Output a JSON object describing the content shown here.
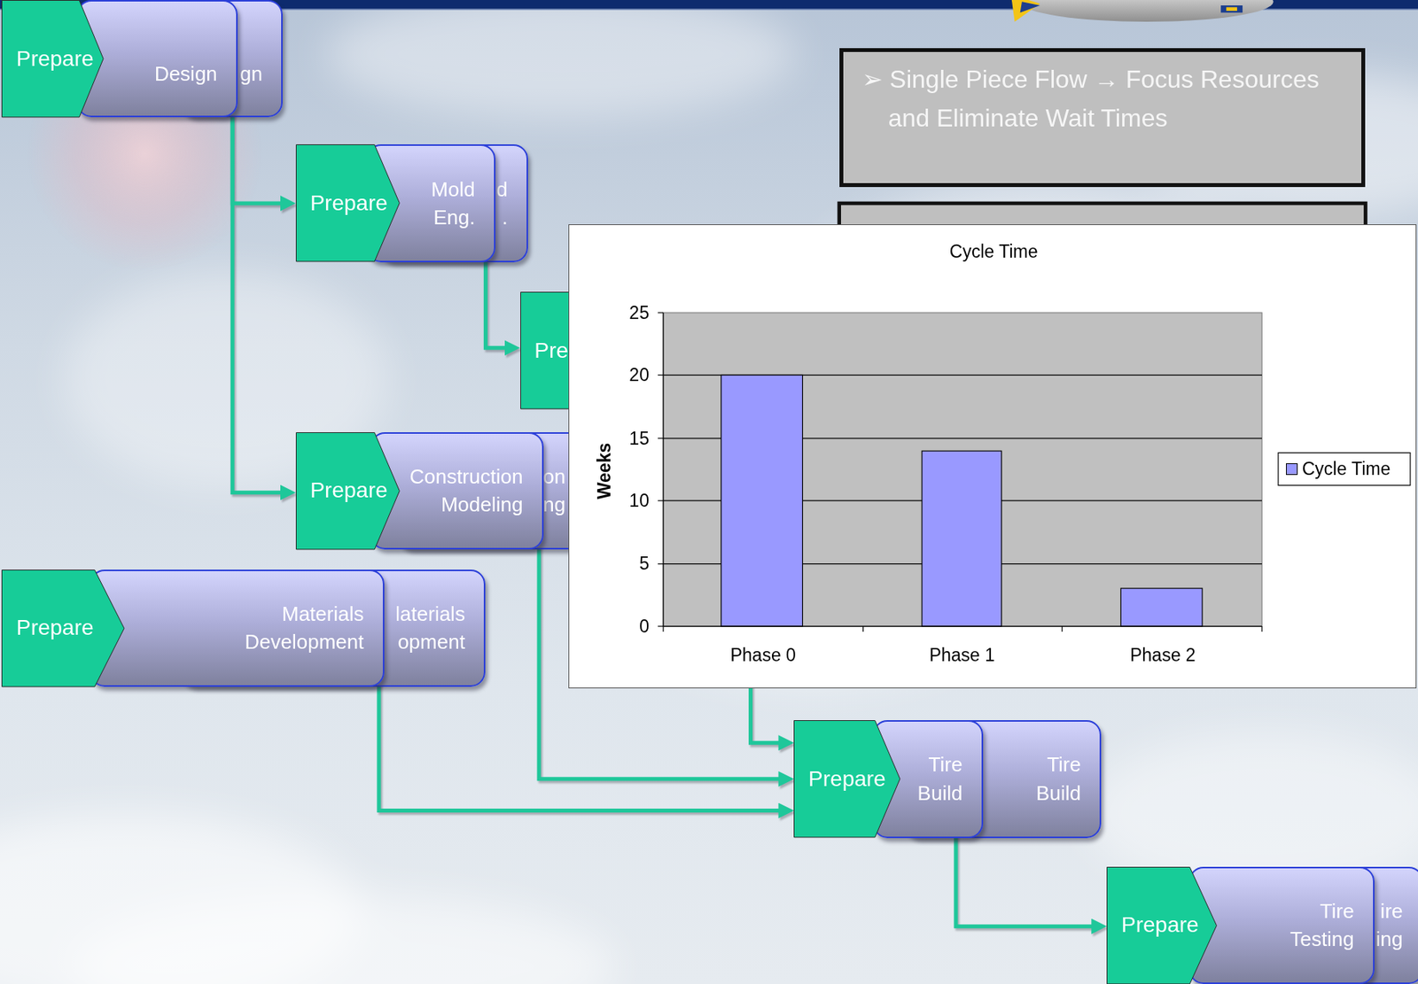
{
  "diagram": {
    "nodes": [
      {
        "text": [
          "Prepare"
        ]
      },
      {
        "text": [
          "Design"
        ]
      },
      {
        "text": [
          "gn"
        ]
      },
      {
        "text": [
          "➢ Single Piece Flow → Focus Resources and Eliminate Wait Times"
        ]
      },
      {
        "text": [
          "Prepare"
        ]
      },
      {
        "text": [
          "Mold Eng."
        ]
      },
      {
        "text": [
          "d ."
        ]
      },
      {
        "text": [
          "Pre"
        ]
      },
      {
        "text": [
          "Prepare"
        ]
      },
      {
        "text": [
          "Construction Modeling"
        ]
      },
      {
        "text": [
          "on ng"
        ]
      },
      {
        "text": [
          "Prepare"
        ]
      },
      {
        "text": [
          "Materials Development"
        ]
      },
      {
        "text": [
          "laterials opment"
        ]
      },
      {
        "text": [
          "Prepare"
        ]
      },
      {
        "text": [
          "Tire Build"
        ]
      },
      {
        "text": [
          "Tire Build"
        ]
      },
      {
        "text": [
          "Prepare"
        ]
      },
      {
        "text": [
          "Tire Testing"
        ]
      },
      {
        "text": [
          "ire ing"
        ]
      }
    ],
    "edges": [
      {
        "from": 1,
        "to": 4,
        "arrow": "to"
      },
      {
        "from": 1,
        "to": 8,
        "arrow": "to"
      },
      {
        "from": 5,
        "to": 7,
        "arrow": "to"
      },
      {
        "from": 7,
        "to": 14,
        "arrow": "to"
      },
      {
        "from": 9,
        "to": 14,
        "arrow": "to"
      },
      {
        "from": 12,
        "to": 14,
        "arrow": "to"
      },
      {
        "from": 15,
        "to": 17,
        "arrow": "to"
      }
    ],
    "labels": [
      "Cycle Time",
      "25",
      "20",
      "15",
      "10",
      "5",
      "0",
      "Weeks",
      "Phase 0",
      "Phase 1",
      "Phase 2"
    ],
    "legend": [
      {
        "text": "Cycle Time",
        "color": "#9999ff"
      }
    ]
  }
}
